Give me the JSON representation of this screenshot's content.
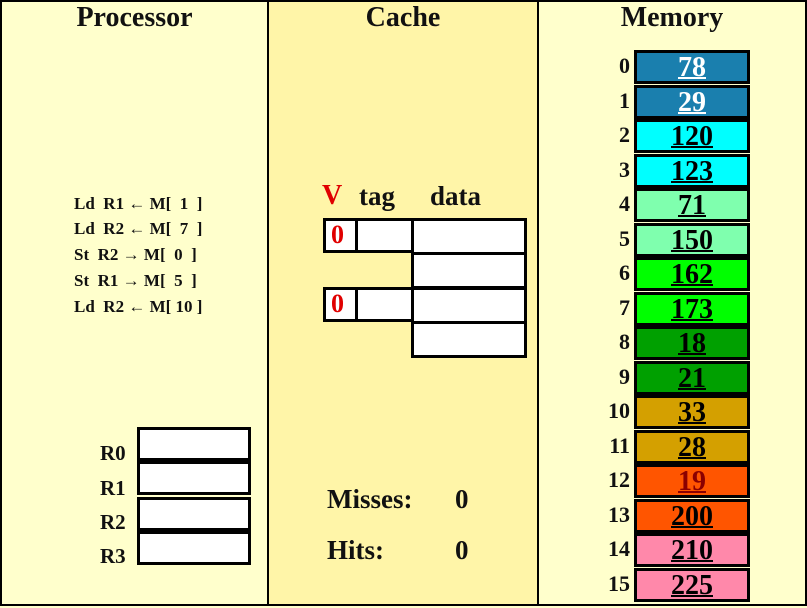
{
  "processor": {
    "title": "Processor",
    "instructions": [
      "Ld  R1 ← M[  1  ]",
      "Ld  R2 ← M[  7  ]",
      "St  R2 → M[  0  ]",
      "St  R1 → M[  5  ]",
      "Ld  R2 ← M[ 10 ]"
    ],
    "registers": [
      "R0",
      "R1",
      "R2",
      "R3"
    ]
  },
  "cache": {
    "title": "Cache",
    "col_v": "V",
    "col_tag": "tag",
    "col_data": "data",
    "lines": [
      {
        "valid": "0"
      },
      {
        "valid": "0"
      }
    ],
    "misses_label": "Misses:",
    "misses_value": "0",
    "hits_label": "Hits:",
    "hits_value": "0"
  },
  "memory": {
    "title": "Memory",
    "cells": [
      {
        "addr": "0",
        "value": "78",
        "color": "#1a7fae",
        "text": "#ffffff"
      },
      {
        "addr": "1",
        "value": "29",
        "color": "#1a7fae",
        "text": "#ffffff"
      },
      {
        "addr": "2",
        "value": "120",
        "color": "#00ffff",
        "text": "#000000"
      },
      {
        "addr": "3",
        "value": "123",
        "color": "#00ffff",
        "text": "#000000"
      },
      {
        "addr": "4",
        "value": "71",
        "color": "#7fffae",
        "text": "#000000"
      },
      {
        "addr": "5",
        "value": "150",
        "color": "#7fffae",
        "text": "#000000"
      },
      {
        "addr": "6",
        "value": "162",
        "color": "#00ff00",
        "text": "#000000"
      },
      {
        "addr": "7",
        "value": "173",
        "color": "#00ff00",
        "text": "#000000"
      },
      {
        "addr": "8",
        "value": "18",
        "color": "#00a000",
        "text": "#000000"
      },
      {
        "addr": "9",
        "value": "21",
        "color": "#00a000",
        "text": "#000000"
      },
      {
        "addr": "10",
        "value": "33",
        "color": "#d4a000",
        "text": "#000000"
      },
      {
        "addr": "11",
        "value": "28",
        "color": "#d4a000",
        "text": "#000000"
      },
      {
        "addr": "12",
        "value": "19",
        "color": "#ff5500",
        "text": "#8b0000"
      },
      {
        "addr": "13",
        "value": "200",
        "color": "#ff5500",
        "text": "#000000"
      },
      {
        "addr": "14",
        "value": "210",
        "color": "#ff88aa",
        "text": "#000000"
      },
      {
        "addr": "15",
        "value": "225",
        "color": "#ff88aa",
        "text": "#000000"
      }
    ]
  }
}
